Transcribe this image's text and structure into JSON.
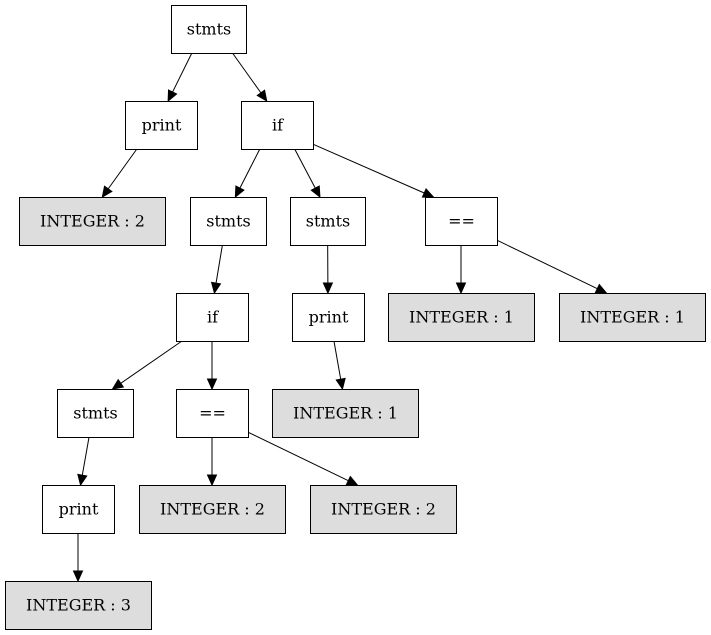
{
  "colors": {
    "leaf_fill": "#dddddd",
    "inner_fill": "#ffffff",
    "stroke": "#000000"
  },
  "nodes": [
    {
      "id": "root",
      "label": "stmts",
      "leaf": false
    },
    {
      "id": "print_a",
      "label": "print",
      "leaf": false
    },
    {
      "id": "if_a",
      "label": "if",
      "leaf": false
    },
    {
      "id": "int_2a",
      "label": "INTEGER : 2",
      "leaf": true
    },
    {
      "id": "stmts_b",
      "label": "stmts",
      "leaf": false
    },
    {
      "id": "stmts_c",
      "label": "stmts",
      "leaf": false
    },
    {
      "id": "eq_a",
      "label": "==",
      "leaf": false
    },
    {
      "id": "if_b",
      "label": "if",
      "leaf": false
    },
    {
      "id": "print_b",
      "label": "print",
      "leaf": false
    },
    {
      "id": "int_1a",
      "label": "INTEGER : 1",
      "leaf": true
    },
    {
      "id": "int_1b",
      "label": "INTEGER : 1",
      "leaf": true
    },
    {
      "id": "stmts_d",
      "label": "stmts",
      "leaf": false
    },
    {
      "id": "eq_b",
      "label": "==",
      "leaf": false
    },
    {
      "id": "int_1c",
      "label": "INTEGER : 1",
      "leaf": true
    },
    {
      "id": "print_c",
      "label": "print",
      "leaf": false
    },
    {
      "id": "int_2b",
      "label": "INTEGER : 2",
      "leaf": true
    },
    {
      "id": "int_2c",
      "label": "INTEGER : 2",
      "leaf": true
    },
    {
      "id": "int_3",
      "label": "INTEGER : 3",
      "leaf": true
    }
  ],
  "edges": [
    {
      "from": "root",
      "to": "print_a"
    },
    {
      "from": "root",
      "to": "if_a"
    },
    {
      "from": "print_a",
      "to": "int_2a"
    },
    {
      "from": "if_a",
      "to": "stmts_b"
    },
    {
      "from": "if_a",
      "to": "stmts_c"
    },
    {
      "from": "if_a",
      "to": "eq_a"
    },
    {
      "from": "stmts_b",
      "to": "if_b"
    },
    {
      "from": "stmts_c",
      "to": "print_b"
    },
    {
      "from": "eq_a",
      "to": "int_1a"
    },
    {
      "from": "eq_a",
      "to": "int_1b"
    },
    {
      "from": "if_b",
      "to": "stmts_d"
    },
    {
      "from": "if_b",
      "to": "eq_b"
    },
    {
      "from": "print_b",
      "to": "int_1c"
    },
    {
      "from": "stmts_d",
      "to": "print_c"
    },
    {
      "from": "eq_b",
      "to": "int_2b"
    },
    {
      "from": "eq_b",
      "to": "int_2c"
    },
    {
      "from": "print_c",
      "to": "int_3"
    }
  ]
}
